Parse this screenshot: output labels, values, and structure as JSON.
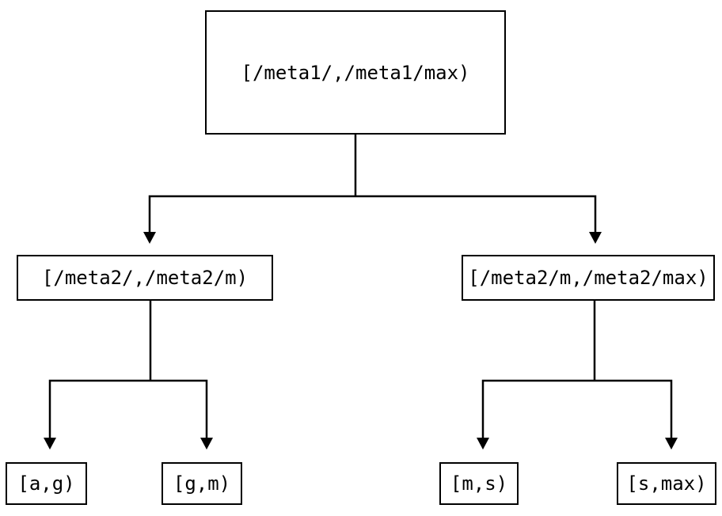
{
  "diagram": {
    "type": "binary-interval-tree",
    "colors": {
      "background": "#ffffff",
      "line": "#000000",
      "node_fill": "#ffffff",
      "node_border": "#000000",
      "text": "#000000"
    },
    "tree": {
      "label": "[/meta1/,/meta1/max)",
      "children": [
        {
          "label": "[/meta2/,/meta2/m)",
          "children": [
            {
              "label": "[a,g)"
            },
            {
              "label": "[g,m)"
            }
          ]
        },
        {
          "label": "[/meta2/m,/meta2/max)",
          "children": [
            {
              "label": "[m,s)"
            },
            {
              "label": "[s,max)"
            }
          ]
        }
      ]
    }
  }
}
